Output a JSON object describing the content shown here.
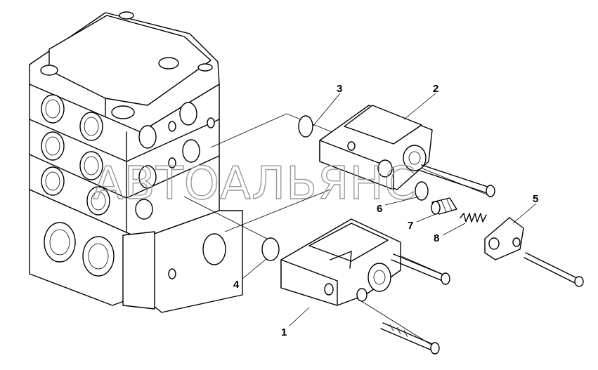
{
  "watermark": "АВТОАЛЬЯНС",
  "callouts": [
    {
      "id": "1",
      "label": "1"
    },
    {
      "id": "2",
      "label": "2"
    },
    {
      "id": "3",
      "label": "3"
    },
    {
      "id": "4",
      "label": "4"
    },
    {
      "id": "5",
      "label": "5"
    },
    {
      "id": "6",
      "label": "6"
    },
    {
      "id": "7",
      "label": "7"
    },
    {
      "id": "8",
      "label": "8"
    }
  ],
  "colors": {
    "line": "#000000",
    "background": "#ffffff",
    "watermark": "#9a9a9a"
  }
}
